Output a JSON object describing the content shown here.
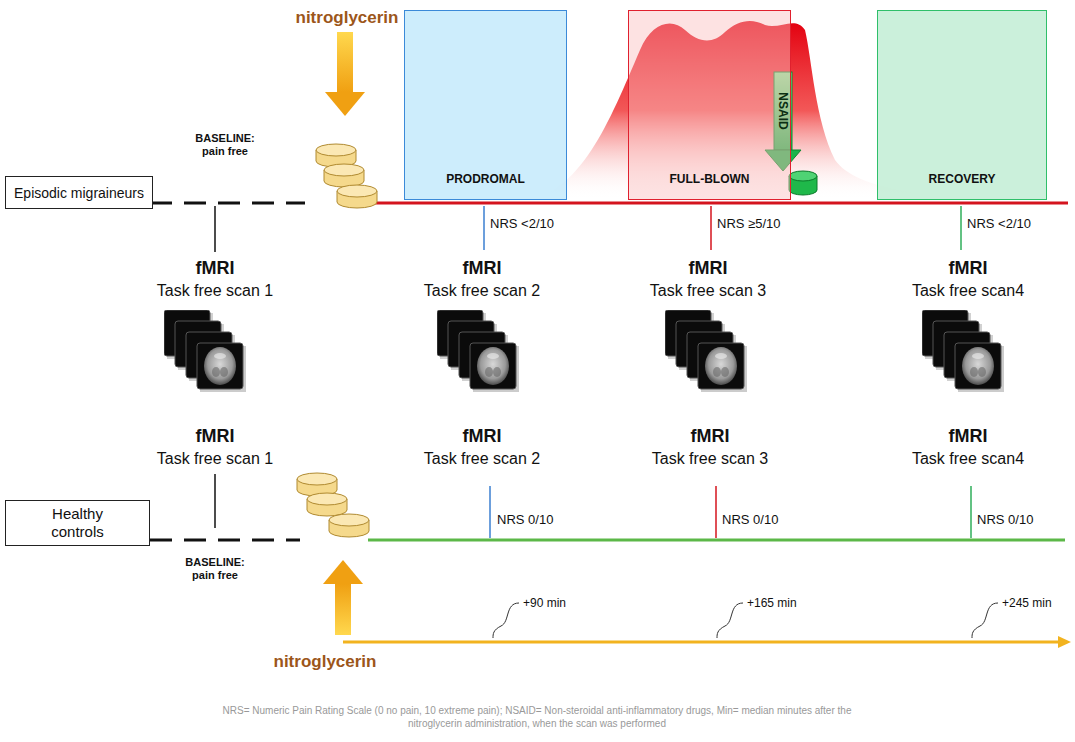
{
  "diagram": {
    "caption": "NRS= Numeric Pain Rating Scale (0 no pain, 10 extreme pain); NSAID= Non-steroidal anti-inflammatory drugs, Min= median minutes after the nitroglycerin administration, when the scan was performed",
    "nodes": [
      {
        "text": [
          "Episodic migraineurs"
        ]
      },
      {
        "text": [
          "PRODROMAL"
        ]
      },
      {
        "text": [
          "FULL-BLOWN"
        ]
      },
      {
        "text": [
          "RECOVERY"
        ]
      },
      {
        "text": [
          "Healthy controls"
        ]
      }
    ],
    "labels": [
      "nitroglycerin",
      "BASELINE: pain free",
      "NSAID",
      "NRS <2/10",
      "NRS ≥5/10",
      "NRS <2/10",
      "fMRI",
      "Task free scan 1",
      "fMRI",
      "Task free scan 2",
      "fMRI",
      "Task free scan 3",
      "fMRI",
      "Task free scan4",
      "fMRI",
      "Task free scan 1",
      "fMRI",
      "Task free scan 2",
      "fMRI",
      "Task free scan 3",
      "fMRI",
      "Task free scan4",
      "NRS 0/10",
      "NRS 0/10",
      "NRS 0/10",
      "BASELINE: pain free",
      "+90 min",
      "+165 min",
      "+245 min",
      "nitroglycerin"
    ]
  }
}
